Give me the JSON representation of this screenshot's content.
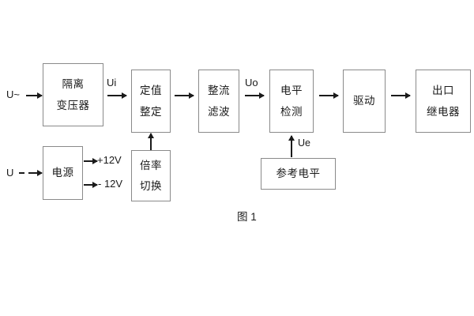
{
  "figure": {
    "caption": "图 1",
    "border_color": "#8a8a8a",
    "line_color": "#1a1a1a",
    "background": "#ffffff"
  },
  "inputs": {
    "ac": "U~",
    "dc": "U"
  },
  "blocks": {
    "isolation_transformer": {
      "line1": "隔离",
      "line2": "变压器"
    },
    "setting_value": {
      "line1": "定值",
      "line2": "整定"
    },
    "rectify_filter": {
      "line1": "整流",
      "line2": "滤波"
    },
    "level_detect": {
      "line1": "电平",
      "line2": "检测"
    },
    "drive": {
      "line1": "驱动"
    },
    "output_relay": {
      "line1": "出口",
      "line2": "继电器"
    },
    "power_supply": {
      "line1": "电源"
    },
    "ratio_switch": {
      "line1": "倍率",
      "line2": "切换"
    },
    "reference_level": {
      "line1": "参考电平"
    }
  },
  "signals": {
    "ui": "Ui",
    "uo": "Uo",
    "ue": "Ue",
    "rail_positive": "+12V",
    "rail_negative": "- 12V"
  }
}
